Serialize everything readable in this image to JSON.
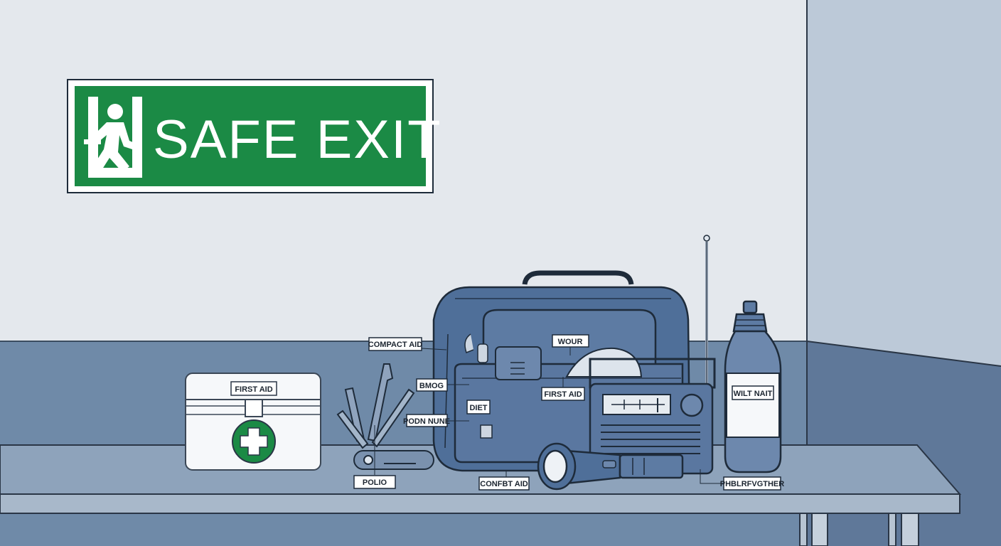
{
  "sign": {
    "text": "SAFE EXIT",
    "color": "#1b8a45"
  },
  "labels": {
    "first_aid_box": "FIRST AID",
    "compact_aid": "COMPACT AID",
    "bmog": "BMOG",
    "podn_nune": "PODN NUNE",
    "polio": "POLIO",
    "diet": "DIET",
    "wour": "WOUR",
    "first_aid_bag": "FIRST AID",
    "confbt_aid": "CONFBT AID",
    "wilt_nait": "WILT NAIT",
    "phblrfvgther": "PHBLRFVGTHER"
  },
  "icons": [
    "running-person-icon",
    "plus-cross-icon"
  ],
  "colors": {
    "wall": "#e4e8ed",
    "wainscot": "#6f8aa8",
    "bag": "#4f6f99",
    "outline": "#1e2b3a",
    "table": "#8ea3bb"
  }
}
